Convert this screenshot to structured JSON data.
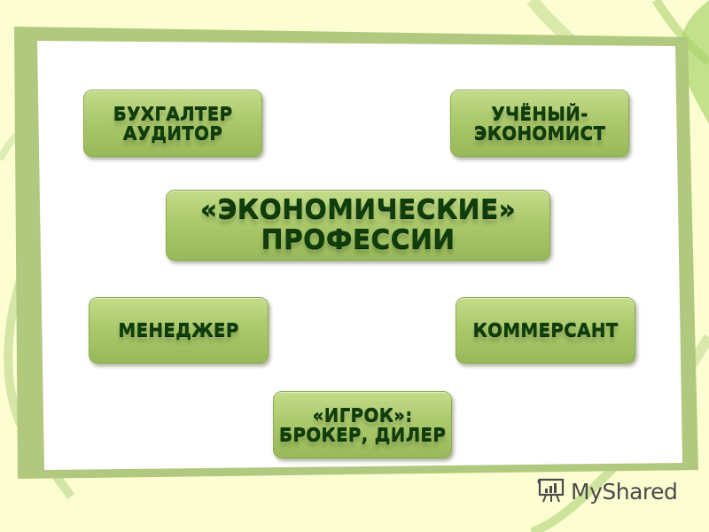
{
  "slide": {
    "background_color": "#fdfdd2",
    "frame_color": "#b0c97e",
    "panel_color": "#ffffff",
    "box_text_color": "#0f3d0c"
  },
  "center": {
    "label": "«ЭКОНОМИЧЕСКИЕ»\nПРОФЕССИИ"
  },
  "boxes": [
    {
      "label": "БУХГАЛТЕР\nАУДИТОР"
    },
    {
      "label": "УЧЁНЫЙ-\nЭКОНОМИСТ"
    },
    {
      "label": "МЕНЕДЖЕР"
    },
    {
      "label": "КОММЕРСАНТ"
    },
    {
      "label": "«ИГРОК»:\nБРОКЕР, ДИЛЕР"
    }
  ],
  "watermark": {
    "icon": "presentation-board-icon",
    "text": "MyShared"
  }
}
